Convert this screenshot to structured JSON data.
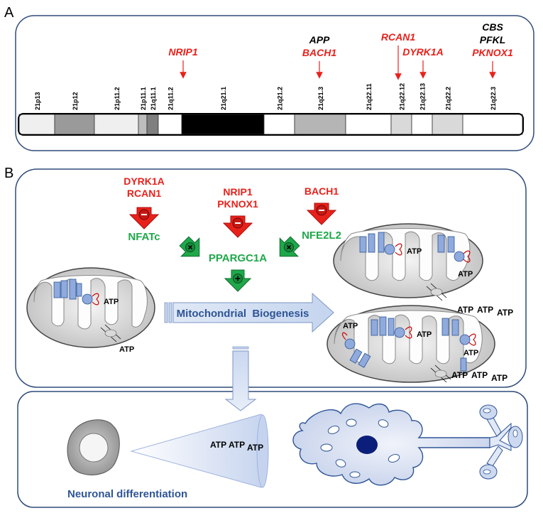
{
  "panel_a": {
    "letter": "A",
    "bands": [
      "21p13",
      "21p12",
      "21p11.2",
      "21p11.1",
      "21q11.1",
      "21q11.2",
      "21q21.1",
      "21q21.2",
      "21q21.3",
      "21q22.11",
      "21q22.12",
      "21q22.13",
      "21q22.2",
      "21q22.3"
    ],
    "genes": {
      "nrip1": "NRIP1",
      "app": "APP",
      "bach1": "BACH1",
      "rcan1": "RCAN1",
      "dyrk1a": "DYRK1A",
      "cbs": "CBS",
      "pfkl": "PFKL",
      "pknox1": "PKNOX1"
    }
  },
  "panel_b": {
    "letter": "B",
    "regulators": {
      "dyrk1a": "DYRK1A",
      "rcan1": "RCAN1",
      "nrip1": "NRIP1",
      "pknox1": "PKNOX1",
      "bach1": "BACH1"
    },
    "factors": {
      "nfatc": "NFATc",
      "nfe2l2": "NFE2L2",
      "ppargc1a": "PPARGC1A"
    },
    "biogenesis_label": "Mitochondrial  Biogenesis",
    "atp": "ATP",
    "differentiation_label": "Neuronal differentiation"
  },
  "colors": {
    "red": "#e8211b",
    "green": "#1fa84a",
    "blue_text": "#2f5597",
    "mito_blue": "#8faadc",
    "panel_border": "#2f4b7c"
  }
}
